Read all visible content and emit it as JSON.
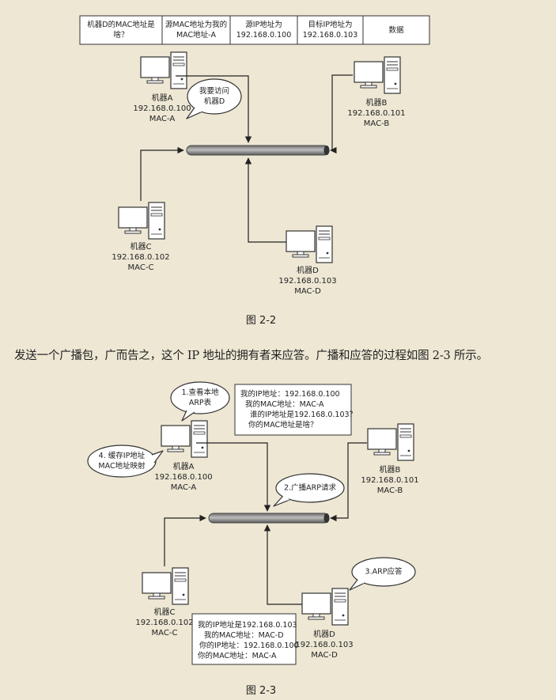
{
  "header_row": [
    "机器D的MAC地址是\n啥？",
    "源MAC地址为我的\nMAC地址-A",
    "源IP地址为\n192.168.0.100",
    "目标IP地址为\n192.168.0.103",
    "数据"
  ],
  "fig1": {
    "bubble_a": "我要访问\n机器D",
    "caption": "图 2-2"
  },
  "fig2": {
    "bubble_lookup": "1.查看本地\nARP表",
    "bubble_cache": "4. 缓存IP地址\nMAC地址映射",
    "bubble_broadcast": "2.广播ARP请求",
    "bubble_reply": "3.ARP应答",
    "request_box": [
      "我的IP地址：192.168.0.100",
      "我的MAC地址：MAC-A",
      "谁的IP地址是192.168.0.103？",
      "你的MAC地址是啥？"
    ],
    "reply_box": [
      "我的IP地址是192.168.0.103",
      "我的MAC地址：MAC-D",
      "你的IP地址：192.168.0.100",
      "你的MAC地址：MAC-A"
    ],
    "caption": "图 2-3"
  },
  "machines": {
    "a": {
      "name": "机器A",
      "ip": "192.168.0.100",
      "mac": "MAC-A"
    },
    "b": {
      "name": "机器B",
      "ip": "192.168.0.101",
      "mac": "MAC-B"
    },
    "c": {
      "name": "机器C",
      "ip": "192.168.0.102",
      "mac": "MAC-C"
    },
    "d": {
      "name": "机器D",
      "ip": "192.168.0.103",
      "mac": "MAC-D"
    }
  },
  "paragraph": "发送一个广播包，广而告之，这个 IP 地址的拥有者来应答。广播和应答的过程如图 2-3 所示。"
}
